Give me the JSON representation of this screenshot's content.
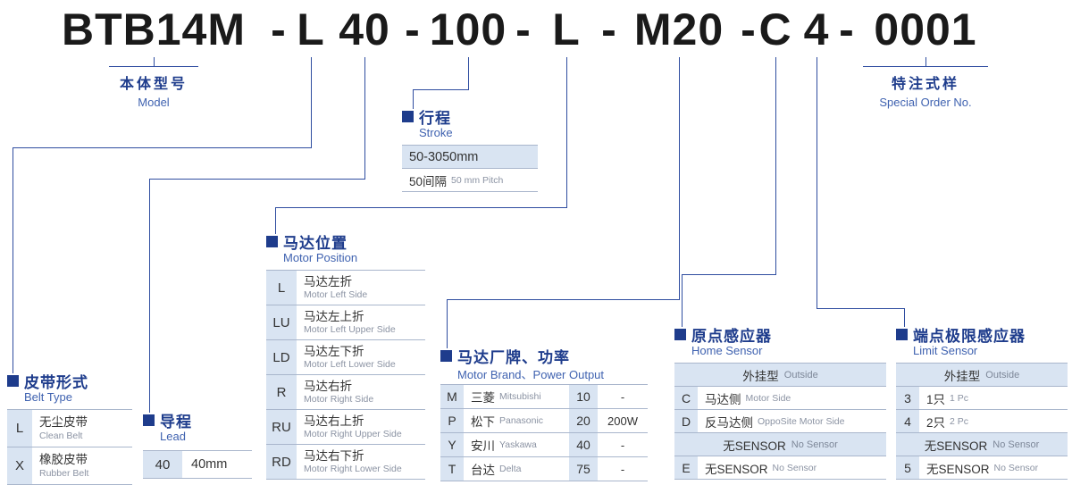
{
  "colors": {
    "heading": "#1e3c8c",
    "heading_en": "#3f62b0",
    "cellbg": "#d9e4f2",
    "border": "#a9b6cc",
    "line": "#2f4da0"
  },
  "model_code": {
    "parts": [
      "BTB14M",
      "-",
      "L",
      "40",
      "-",
      "100",
      "-",
      "L",
      "-",
      "M20",
      "-",
      "C",
      "4",
      "-",
      "0001"
    ]
  },
  "callouts": {
    "model": {
      "zh": "本体型号",
      "en": "Model"
    },
    "special_order": {
      "zh": "特注式样",
      "en": "Special Order No."
    }
  },
  "stroke": {
    "zh": "行程",
    "en": "Stroke",
    "range": "50-3050mm",
    "pitch_zh": "50间隔",
    "pitch_en": "50 mm Pitch"
  },
  "motor_position": {
    "zh": "马达位置",
    "en": "Motor Position",
    "rows": [
      {
        "code": "L",
        "zh": "马达左折",
        "en": "Motor Left Side"
      },
      {
        "code": "LU",
        "zh": "马达左上折",
        "en": "Motor Left Upper Side"
      },
      {
        "code": "LD",
        "zh": "马达左下折",
        "en": "Motor Left Lower Side"
      },
      {
        "code": "R",
        "zh": "马达右折",
        "en": "Motor Right Side"
      },
      {
        "code": "RU",
        "zh": "马达右上折",
        "en": "Motor Right Upper Side"
      },
      {
        "code": "RD",
        "zh": "马达右下折",
        "en": "Motor Right Lower Side"
      }
    ]
  },
  "belt_type": {
    "zh": "皮带形式",
    "en": "Belt Type",
    "rows": [
      {
        "code": "L",
        "zh": "无尘皮带",
        "en": "Clean Belt"
      },
      {
        "code": "X",
        "zh": "橡胶皮带",
        "en": "Rubber Belt"
      }
    ]
  },
  "lead": {
    "zh": "导程",
    "en": "Lead",
    "rows": [
      {
        "code": "40",
        "value": "40mm"
      }
    ]
  },
  "motor_brand": {
    "zh": "马达厂牌、功率",
    "en": "Motor Brand、Power Output",
    "rows": [
      {
        "code": "M",
        "brand_zh": "三菱",
        "brand_en": "Mitsubishi",
        "power_code": "10",
        "power": "-"
      },
      {
        "code": "P",
        "brand_zh": "松下",
        "brand_en": "Panasonic",
        "power_code": "20",
        "power": "200W"
      },
      {
        "code": "Y",
        "brand_zh": "安川",
        "brand_en": "Yaskawa",
        "power_code": "40",
        "power": "-"
      },
      {
        "code": "T",
        "brand_zh": "台达",
        "brand_en": "Delta",
        "power_code": "75",
        "power": "-"
      }
    ]
  },
  "home_sensor": {
    "zh": "原点感应器",
    "en": "Home Sensor",
    "group1_zh": "外挂型",
    "group1_en": "Outside",
    "rows1": [
      {
        "code": "C",
        "zh": "马达侧",
        "en": "Motor Side"
      },
      {
        "code": "D",
        "zh": "反马达侧",
        "en": "OppoSite Motor Side"
      }
    ],
    "group2_zh": "无SENSOR",
    "group2_en": "No Sensor",
    "rows2": [
      {
        "code": "E",
        "zh": "无SENSOR",
        "en": "No Sensor"
      }
    ]
  },
  "limit_sensor": {
    "zh": "端点极限感应器",
    "en": "Limit Sensor",
    "group1_zh": "外挂型",
    "group1_en": "Outside",
    "rows1": [
      {
        "code": "3",
        "zh": "1只",
        "en": "1 Pc"
      },
      {
        "code": "4",
        "zh": "2只",
        "en": "2 Pc"
      }
    ],
    "group2_zh": "无SENSOR",
    "group2_en": "No Sensor",
    "rows2": [
      {
        "code": "5",
        "zh": "无SENSOR",
        "en": "No Sensor"
      }
    ]
  }
}
